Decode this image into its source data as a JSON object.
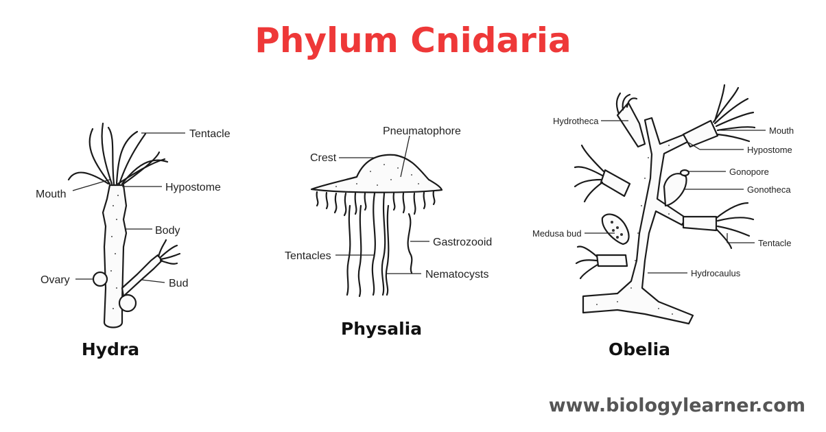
{
  "title": "Phylum Cnidaria",
  "hydra": {
    "name": "Hydra",
    "labels": {
      "tentacle": "Tentacle",
      "mouth": "Mouth",
      "hypostome": "Hypostome",
      "body": "Body",
      "ovary": "Ovary",
      "bud": "Bud"
    }
  },
  "physalia": {
    "name": "Physalia",
    "labels": {
      "pneumatophore": "Pneumatophore",
      "crest": "Crest",
      "gastrozooid": "Gastrozooid",
      "tentacles": "Tentacles",
      "nematocysts": "Nematocysts"
    }
  },
  "obelia": {
    "name": "Obelia",
    "labels": {
      "hydrotheca": "Hydrotheca",
      "mouth": "Mouth",
      "hypostome": "Hypostome",
      "gonopore": "Gonopore",
      "gonotheca": "Gonotheca",
      "medusa_bud": "Medusa bud",
      "tentacle": "Tentacle",
      "hydrocaulus": "Hydrocaulus"
    }
  },
  "website": "www.biologylearner.com",
  "colors": {
    "title": "#ee3838",
    "website": "#555555",
    "ink": "#1a1a1a"
  }
}
